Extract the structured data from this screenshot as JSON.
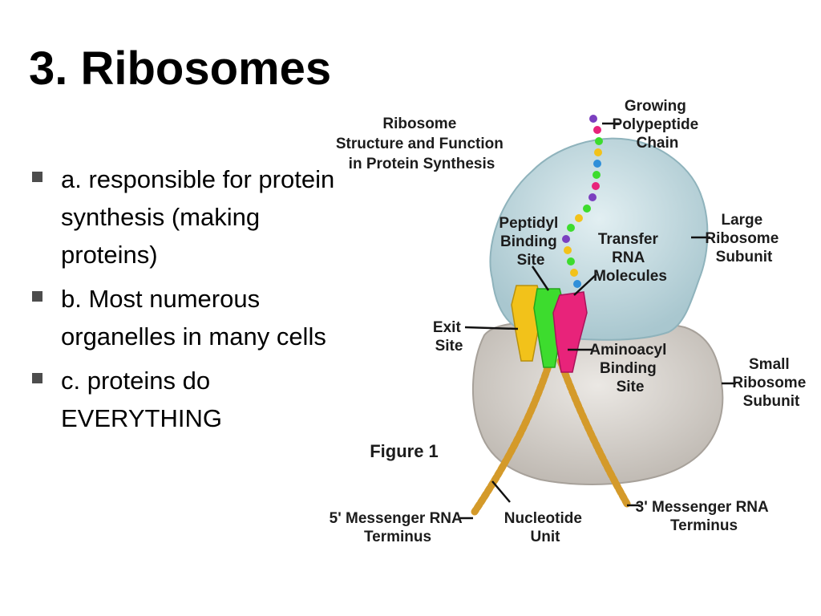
{
  "slide": {
    "title": "3. Ribosomes",
    "bullets": [
      "a. responsible for protein synthesis (making proteins)",
      "b. Most numerous organelles in many cells",
      "c. proteins do EVERYTHING"
    ]
  },
  "figure": {
    "heading_lines": [
      "Ribosome",
      "Structure and Function",
      "in Protein Synthesis"
    ],
    "caption": "Figure 1",
    "labels": {
      "growing_chain": [
        "Growing",
        "Polypeptide",
        "Chain"
      ],
      "peptidyl_site": [
        "Peptidyl",
        "Binding",
        "Site"
      ],
      "transfer_rna": [
        "Transfer",
        "RNA",
        "Molecules"
      ],
      "large_subunit": [
        "Large",
        "Ribosome",
        "Subunit"
      ],
      "exit_site": [
        "Exit",
        "Site"
      ],
      "aminoacyl_site": [
        "Aminoacyl",
        "Binding",
        "Site"
      ],
      "small_subunit": [
        "Small",
        "Ribosome",
        "Subunit"
      ],
      "mrna_5": [
        "5' Messenger RNA",
        "Terminus"
      ],
      "nucleotide_unit": [
        "Nucleotide",
        "Unit"
      ],
      "mrna_3": [
        "3' Messenger RNA",
        "Terminus"
      ]
    },
    "colors": {
      "large_subunit": "#c5dde3",
      "small_subunit": "#d8d4cf",
      "exit_trna": "#f2c21a",
      "peptidyl_trna": "#3ddc2e",
      "aminoacyl_trna": "#e8237a",
      "mrna": "#d49a2a"
    }
  }
}
